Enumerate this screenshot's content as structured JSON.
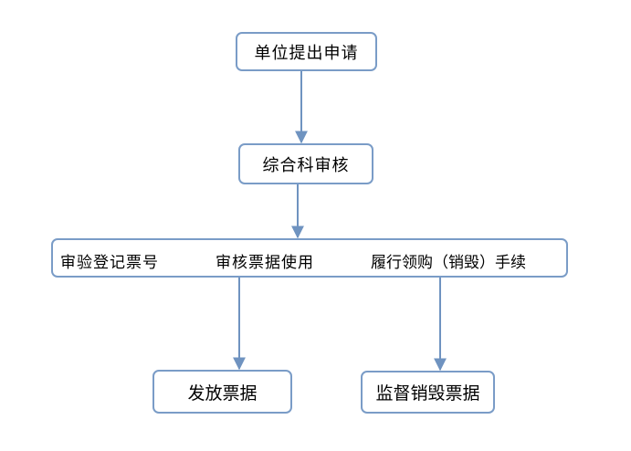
{
  "nodes": {
    "apply": "单位提出申请",
    "review": "综合科审核",
    "tasks": [
      "审验登记票号",
      "审核票据使用",
      "履行领购（销毁）手续"
    ],
    "issue": "发放票据",
    "destroy": "监督销毁票据"
  },
  "colors": {
    "border": "#7a9cc7",
    "arrow": "#6f93c0"
  }
}
